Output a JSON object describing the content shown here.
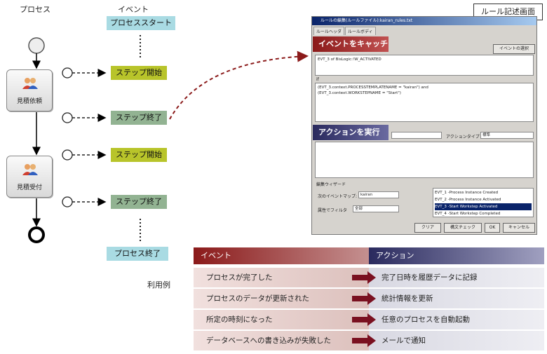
{
  "headers": {
    "process": "プロセス",
    "event": "イベント"
  },
  "events": {
    "process_start": "プロセススタート",
    "step_start_1": "ステップ開始",
    "step_end_1": "ステップ終了",
    "step_start_2": "ステップ開始",
    "step_end_2": "ステップ終了",
    "process_end": "プロセス終了"
  },
  "tasks": {
    "task1": "見積依頼",
    "task2": "見積受付"
  },
  "rule_screen_label": "ルール記述画面",
  "window": {
    "title": "ルールの編集(ルールファイル):kairan_rules.txt",
    "tabs": [
      "ルールヘッダ",
      "ルールボディ"
    ],
    "catch_banner": "イベントをキャッチ",
    "event_select_button": "イベントの選択",
    "event_text": "EVT_3 of BisLogic:!W_ACTIVATED",
    "if_label": "if",
    "condition_lines": [
      "(EVT_3.context.PROCESSTEMPLATENAME = \"kairan\") and",
      "(EVT_3.context.WORKSTEPNAME = \"Start\")"
    ],
    "action_banner": "アクションを実行",
    "action_fragment": "実",
    "action_type_label": "アクションタイプ",
    "action_type_value": "標準",
    "wizard_label": "編集ウィザード",
    "next_event_map_label": "次のイベントマップ:",
    "next_event_map_value": "kairan",
    "filter_label": "属性でフィルタ",
    "filter_value": "全部",
    "evt_list": [
      "EVT_1 -Process Instance Created",
      "EVT_2 -Process Instance Activated",
      "EVT_3 -Start  Workstep Activated",
      "EVT_4 -Start  Workstep Completed"
    ],
    "buttons": {
      "clear": "クリア",
      "syntax_check": "構文チェック",
      "ok": "OK",
      "cancel": "キャンセル"
    }
  },
  "usage_label": "利用例",
  "table": {
    "event_header": "イベント",
    "action_header": "アクション",
    "rows": [
      {
        "event": "プロセスが完了した",
        "action": "完了日時を履歴データに記録"
      },
      {
        "event": "プロセスのデータが更新された",
        "action": "統計情報を更新"
      },
      {
        "event": "所定の時刻になった",
        "action": "任意のプロセスを自動起動"
      },
      {
        "event": "データベースへの書き込みが失敗した",
        "action": "メールで通知"
      }
    ]
  },
  "colors": {
    "cyan": "#a9dbe3",
    "lime": "#b8c42a",
    "gray_green": "#92b392",
    "red": "#8b1a1a",
    "navy": "#3a3a6e"
  }
}
